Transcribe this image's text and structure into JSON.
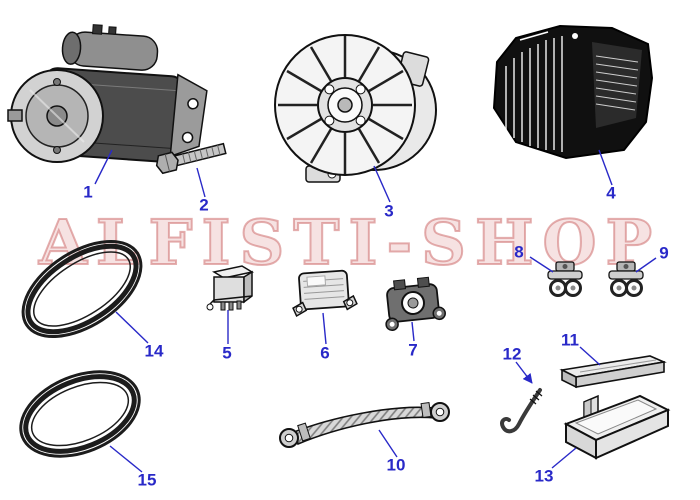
{
  "watermark": {
    "text": "Alfisti-Shop"
  },
  "callouts": {
    "n1": "1",
    "n2": "2",
    "n3": "3",
    "n4": "4",
    "n5": "5",
    "n6": "6",
    "n7": "7",
    "n8": "8",
    "n9": "9",
    "n10": "10",
    "n11": "11",
    "n12": "12",
    "n13": "13",
    "n14": "14",
    "n15": "15"
  },
  "parts": {
    "p1": "starter-motor",
    "p2": "bolt",
    "p3": "alternator-with-fan",
    "p4": "alternator",
    "p5": "relay",
    "p6": "voltage-regulator",
    "p7": "regulator-brush-holder",
    "p8": "clamp",
    "p9": "clamp",
    "p10": "ground-strap",
    "p11": "battery-hold-down-frame",
    "p12": "hold-down-rod",
    "p13": "battery-tray",
    "p14": "v-belt",
    "p15": "v-belt"
  },
  "colors": {
    "callout": "#2929c8",
    "watermark": "#dfa3a3",
    "line_art": "#111111",
    "background": "#ffffff"
  }
}
